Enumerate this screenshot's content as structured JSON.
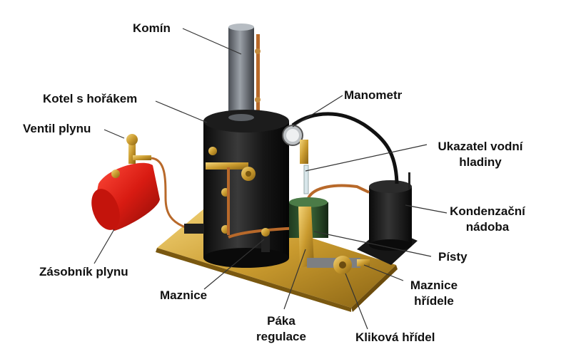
{
  "labels": {
    "komin": "Komín",
    "kotel": "Kotel s hořákem",
    "ventil": "Ventil plynu",
    "zasobnik": "Zásobník plynu",
    "maznice": "Maznice",
    "paka_1": "Páka",
    "paka_2": "regulace",
    "klikova": "Kliková hřídel",
    "maznice_hridele_1": "Maznice",
    "maznice_hridele_2": "hřídele",
    "pisty": "Písty",
    "kondenzacni_1": "Kondenzační",
    "kondenzacni_2": "nádoba",
    "ukazatel_1": "Ukazatel vodní",
    "ukazatel_2": "hladiny",
    "manometr": "Manometr"
  }
}
